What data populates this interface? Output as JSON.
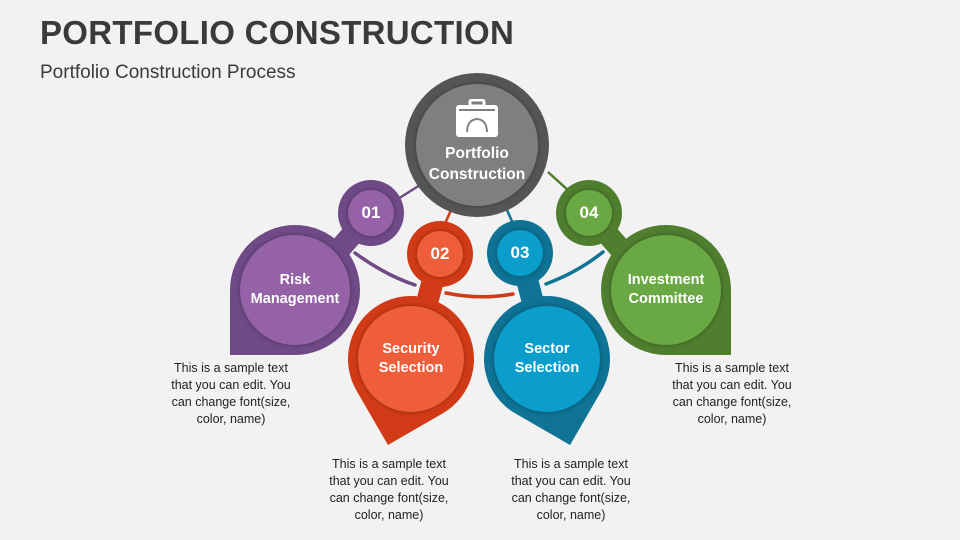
{
  "title": "PORTFOLIO CONSTRUCTION",
  "subtitle": "Portfolio Construction Process",
  "center": {
    "label_line1": "Portfolio",
    "label_line2": "Construction",
    "icon": "briefcase-hardhat-icon",
    "color_outer": "#555555",
    "color_inner": "#7f7f7f"
  },
  "steps": [
    {
      "number": "01",
      "label_line1": "Risk",
      "label_line2": "Management",
      "color_outer": "#6f4a86",
      "color_inner": "#9562a8",
      "description": [
        "This is a sample text",
        "that you can edit. You",
        "can change font(size,",
        "color, name)"
      ]
    },
    {
      "number": "02",
      "label_line1": "Security",
      "label_line2": "Selection",
      "color_outer": "#d13a17",
      "color_inner": "#ef5e3b",
      "description": [
        "This is a sample text",
        "that you can edit. You",
        "can change font(size,",
        "color, name)"
      ]
    },
    {
      "number": "03",
      "label_line1": "Sector",
      "label_line2": "Selection",
      "color_outer": "#0e7394",
      "color_inner": "#0b9dcb",
      "description": [
        "This is a sample text",
        "that you can edit. You",
        "can change font(size,",
        "color, name)"
      ]
    },
    {
      "number": "04",
      "label_line1": "Investment",
      "label_line2": "Committee",
      "color_outer": "#4f7e2f",
      "color_inner": "#6aa843",
      "description": [
        "This is a sample text",
        "that you can edit. You",
        "can change font(size,",
        "color, name)"
      ]
    }
  ]
}
